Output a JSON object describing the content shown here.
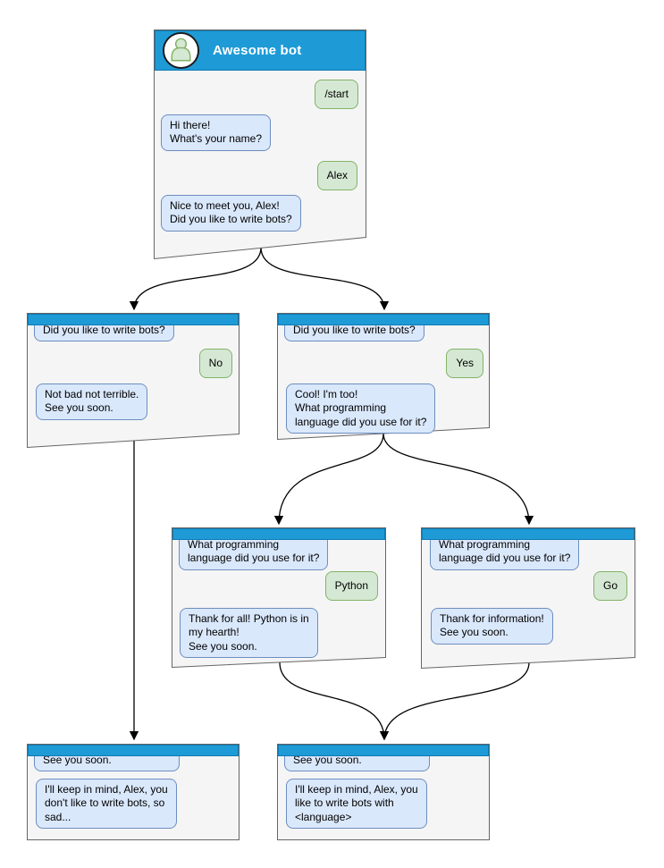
{
  "colors": {
    "header-blue": "#1e9bd7",
    "header-blue-border": "#0f7ab2",
    "window-bg": "#f5f5f5",
    "window-border": "#666666",
    "bot-bubble-bg": "#dae8fc",
    "bot-bubble-border": "#6c8ebf",
    "user-bubble-bg": "#d5e8d4",
    "user-bubble-border": "#82b366",
    "avatar-green": "#d5e8d4",
    "avatar-green-border": "#82b366",
    "connector": "#000000",
    "title-text": "#ffffff",
    "text-color": "#000000"
  },
  "windows": {
    "start": {
      "title": "Awesome bot",
      "bubbles": [
        {
          "from": "user",
          "text": "/start"
        },
        {
          "from": "bot",
          "text": "Hi there!\nWhat's your name?"
        },
        {
          "from": "user",
          "text": "Alex"
        },
        {
          "from": "bot",
          "text": "Nice to meet you, Alex!\nDid you like to write bots?"
        }
      ]
    },
    "branch_no": {
      "bubbles": [
        {
          "from": "bot",
          "text": "Did you like to write bots?"
        },
        {
          "from": "user",
          "text": "No"
        },
        {
          "from": "bot",
          "text": "Not bad not terrible.\nSee you soon."
        }
      ]
    },
    "branch_yes": {
      "bubbles": [
        {
          "from": "bot",
          "text": "Did you like to write bots?"
        },
        {
          "from": "user",
          "text": "Yes"
        },
        {
          "from": "bot",
          "text": "Cool! I'm too!\nWhat programming\nlanguage did you use for it?"
        }
      ]
    },
    "lang_python": {
      "bubbles": [
        {
          "from": "bot",
          "text": "What programming\nlanguage did you use for it?"
        },
        {
          "from": "user",
          "text": "Python"
        },
        {
          "from": "bot",
          "text": "Thank for all! Python is in\nmy hearth!\nSee you soon."
        }
      ]
    },
    "lang_go": {
      "bubbles": [
        {
          "from": "bot",
          "text": "What programming\nlanguage did you use for it?"
        },
        {
          "from": "user",
          "text": "Go"
        },
        {
          "from": "bot",
          "text": "Thank for information!\nSee you soon."
        }
      ]
    },
    "end_no": {
      "bubbles": [
        {
          "from": "bot",
          "text": "See you soon."
        },
        {
          "from": "bot",
          "text": "I'll keep in mind, Alex, you\ndon't like to write bots, so\nsad..."
        }
      ]
    },
    "end_lang": {
      "bubbles": [
        {
          "from": "bot",
          "text": "See you soon."
        },
        {
          "from": "bot",
          "text": "I'll keep in mind, Alex, you\nlike to write bots with\n<language>"
        }
      ]
    }
  },
  "edges": [
    {
      "from": "start",
      "to": "branch_no"
    },
    {
      "from": "start",
      "to": "branch_yes"
    },
    {
      "from": "branch_yes",
      "to": "lang_python"
    },
    {
      "from": "branch_yes",
      "to": "lang_go"
    },
    {
      "from": "branch_no",
      "to": "end_no"
    },
    {
      "from": "lang_python",
      "to": "end_lang"
    },
    {
      "from": "lang_go",
      "to": "end_lang"
    }
  ]
}
